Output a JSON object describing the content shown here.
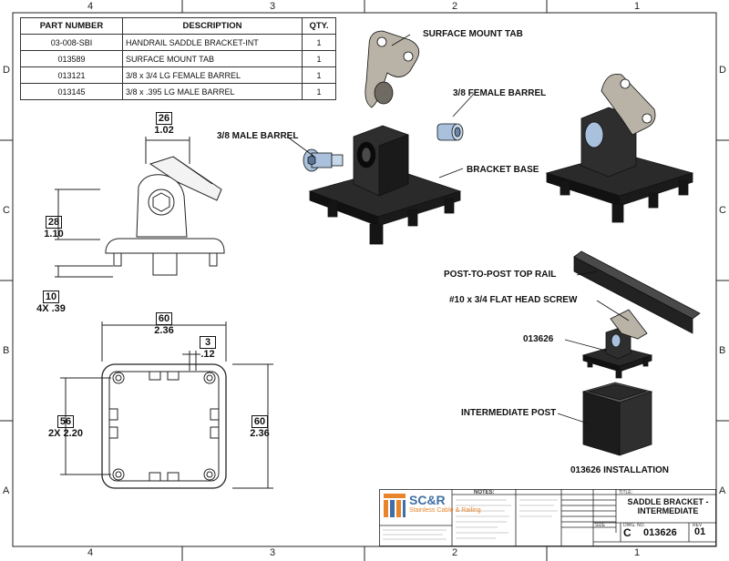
{
  "zones": {
    "top": [
      "4",
      "3",
      "2",
      "1"
    ],
    "bottom": [
      "4",
      "3",
      "2",
      "1"
    ],
    "left": [
      "D",
      "C",
      "B",
      "A"
    ],
    "right": [
      "D",
      "C",
      "B",
      "A"
    ]
  },
  "bom": {
    "headers": [
      "PART NUMBER",
      "DESCRIPTION",
      "QTY."
    ],
    "rows": [
      {
        "part": "03-008-SBI",
        "desc": "HANDRAIL SADDLE BRACKET-INT",
        "qty": "1"
      },
      {
        "part": "013589",
        "desc": "SURFACE MOUNT TAB",
        "qty": "1"
      },
      {
        "part": "013121",
        "desc": "3/8 x 3/4 LG FEMALE BARREL",
        "qty": "1"
      },
      {
        "part": "013145",
        "desc": "3/8 x .395 LG MALE BARREL",
        "qty": "1"
      }
    ]
  },
  "callouts": {
    "surface_mount_tab": "SURFACE MOUNT TAB",
    "female_barrel": "3/8 FEMALE BARREL",
    "male_barrel": "3/8 MALE BARREL",
    "bracket_base": "BRACKET BASE",
    "top_rail": "POST-TO-POST TOP RAIL",
    "screw": "#10 x 3/4 FLAT HEAD SCREW",
    "part_ref": "013626",
    "intermediate_post": "INTERMEDIATE POST",
    "installation": "013626 INSTALLATION"
  },
  "dims": {
    "side_width_bracket": "26",
    "side_width": "1.02",
    "side_height_bracket": "28",
    "side_height": "1.10",
    "foot_bracket": "10",
    "foot": "4X .39",
    "plan_width_bracket": "60",
    "plan_width": "2.36",
    "wall_bracket": "3",
    "wall": ".12",
    "hole_bracket": "56",
    "hole": "2X 2.20",
    "plan_height_bracket": "60",
    "plan_height": "2.36"
  },
  "title_block": {
    "company": "SC&R",
    "company_sub": "Stainless Cable & Railing",
    "notes_label": "NOTES:",
    "title_label": "TITLE:",
    "title": "SADDLE BRACKET - INTERMEDIATE",
    "size_label": "SIZE",
    "size": "C",
    "dwg_label": "DWG. NO.",
    "dwg_no": "013626",
    "rev_label": "REV",
    "rev": "01"
  },
  "colors": {
    "part_dark": "#1c1c1c",
    "part_metal": "#b9b2a6",
    "barrel": "#a9c1dc",
    "logo_orange": "#e8842a",
    "logo_blue": "#3f6fa6"
  }
}
